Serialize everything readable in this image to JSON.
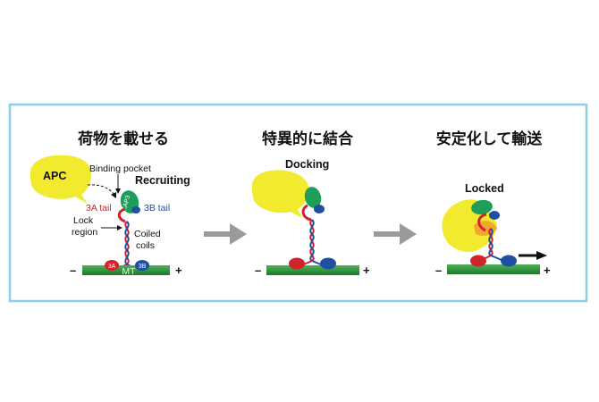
{
  "panels": [
    {
      "title": "荷物を載せる",
      "labels": {
        "apc": "APC",
        "binding_pocket": "Binding pocket",
        "recruiting": "Recruiting",
        "kap3": "KAP3",
        "tail_3a": "3A tail",
        "tail_3b": "3B tail",
        "lock_region": "Lock\nregion",
        "coiled_coils": "Coiled\ncoils",
        "head_3a": "3A",
        "head_3b": "3B",
        "mt": "MT",
        "minus": "–",
        "plus": "+"
      }
    },
    {
      "title": "特異的に結合",
      "labels": {
        "docking": "Docking",
        "minus": "–",
        "plus": "+"
      }
    },
    {
      "title": "安定化して輸送",
      "labels": {
        "locked": "Locked",
        "minus": "–",
        "plus": "+"
      }
    }
  ],
  "colors": {
    "border": "#8ecfe8",
    "apc": "#f2ea2e",
    "kap3": "#1f9e5a",
    "tail_3a": "#d0232a",
    "tail_3b": "#1f4fa3",
    "mt": "#2f8f3a",
    "arrow": "#9a9a9a"
  }
}
